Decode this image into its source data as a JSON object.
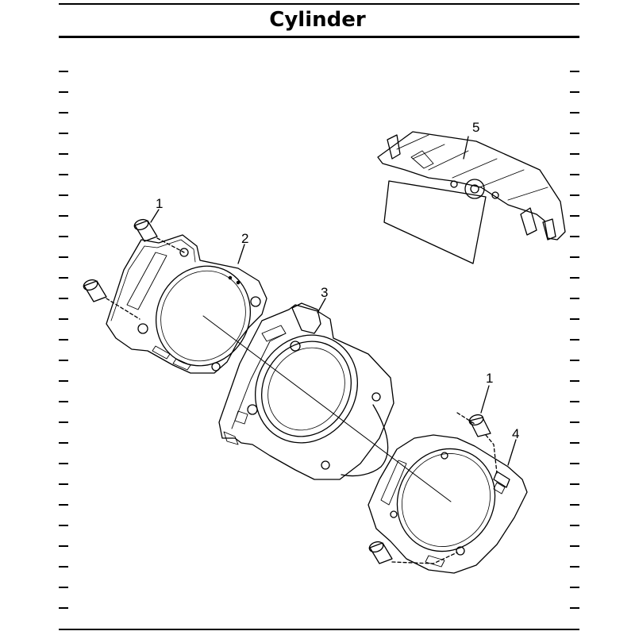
{
  "page": {
    "title": "Cylinder"
  },
  "callouts": {
    "dowel_upper": "1",
    "head_gasket": "2",
    "cylinder": "3",
    "dowel_lower": "1",
    "base_gasket": "4",
    "piston_kit": "5"
  }
}
